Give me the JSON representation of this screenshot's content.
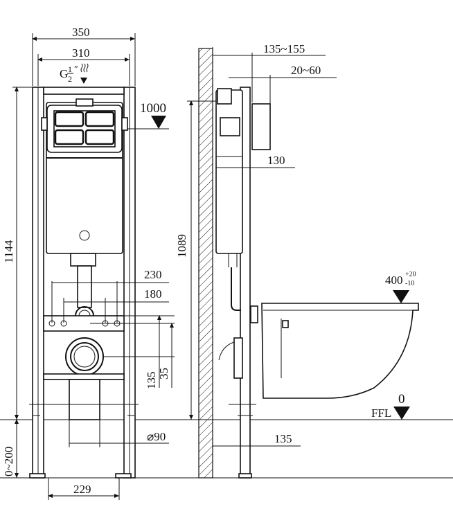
{
  "front_view": {
    "width_outer": "350",
    "width_inner": "310",
    "inlet_label": "G",
    "inlet_fraction_num": "1",
    "inlet_fraction_den": "2",
    "inlet_inch_mark": "″",
    "height_total": "1144",
    "inlet_height": "1000",
    "bolt_spacing_wide": "230",
    "bolt_spacing_narrow": "180",
    "drop_135": "135",
    "drop_35": "35",
    "pipe_diameter": "⌀90",
    "adjust_range": "0~200",
    "foot_spacing": "229"
  },
  "side_view": {
    "depth_range": "135~155",
    "offset_range": "20~60",
    "frame_depth": "130",
    "height": "1089",
    "seat_height": "400",
    "seat_tol_plus": "+20",
    "seat_tol_minus": "-10",
    "floor_zero": "0",
    "floor_label": "FFL",
    "floor_offset": "135"
  }
}
